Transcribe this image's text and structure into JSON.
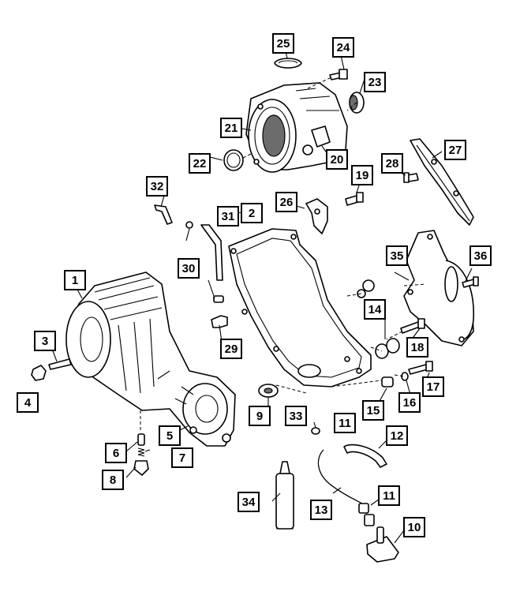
{
  "callouts": [
    {
      "label": "1"
    },
    {
      "label": "2"
    },
    {
      "label": "3"
    },
    {
      "label": "4"
    },
    {
      "label": "5"
    },
    {
      "label": "6"
    },
    {
      "label": "7"
    },
    {
      "label": "8"
    },
    {
      "label": "9"
    },
    {
      "label": "10"
    },
    {
      "label": "11"
    },
    {
      "label": "11"
    },
    {
      "label": "12"
    },
    {
      "label": "13"
    },
    {
      "label": "14"
    },
    {
      "label": "15"
    },
    {
      "label": "16"
    },
    {
      "label": "17"
    },
    {
      "label": "18"
    },
    {
      "label": "19"
    },
    {
      "label": "20"
    },
    {
      "label": "21"
    },
    {
      "label": "22"
    },
    {
      "label": "23"
    },
    {
      "label": "24"
    },
    {
      "label": "25"
    },
    {
      "label": "26"
    },
    {
      "label": "27"
    },
    {
      "label": "28"
    },
    {
      "label": "29"
    },
    {
      "label": "30"
    },
    {
      "label": "31"
    },
    {
      "label": "32"
    },
    {
      "label": "33"
    },
    {
      "label": "34"
    },
    {
      "label": "35"
    },
    {
      "label": "36"
    }
  ]
}
